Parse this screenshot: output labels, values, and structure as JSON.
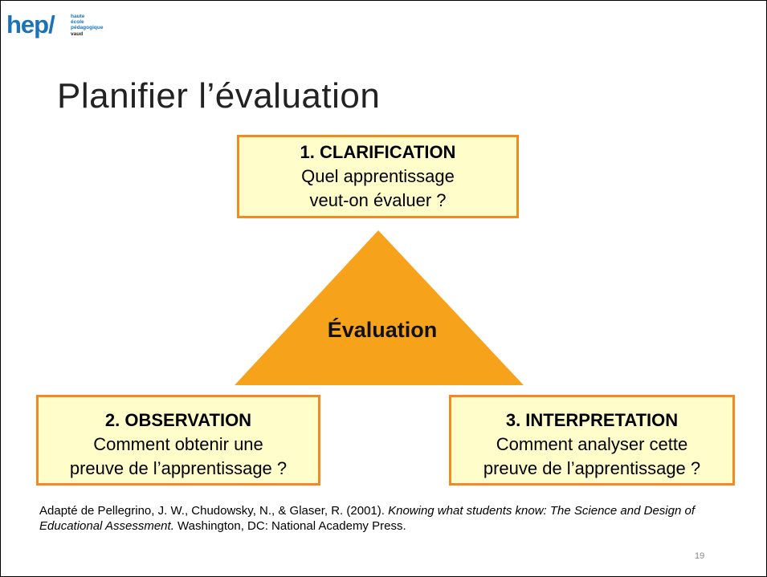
{
  "logo": {
    "main": "hep/",
    "sub": [
      "haute",
      "école",
      "pédagogique",
      "vaud"
    ]
  },
  "title": "Planifier l’évaluation",
  "center_label": "Évaluation",
  "boxes": {
    "clarification": {
      "heading": "1. CLARIFICATION",
      "line1": "Quel apprentissage",
      "line2": "veut-on évaluer ?"
    },
    "observation": {
      "heading": "2. OBSERVATION",
      "line1": "Comment obtenir une",
      "line2": "preuve de l’apprentissage ?"
    },
    "interpretation": {
      "heading": "3. INTERPRETATION",
      "line1": "Comment analyser cette",
      "line2": "preuve de l’apprentissage ?"
    }
  },
  "citation": {
    "prefix": "Adapté de Pellegrino, J. W., Chudowsky, N., & Glaser, R. (2001). ",
    "book_title": "Knowing what students know: The Science and Design of Educational Assessment.",
    "suffix": " Washington, DC: National Academy Press."
  },
  "page_number": "19",
  "colors": {
    "box_fill": "#fffecb",
    "box_border": "#f18a22",
    "triangle_fill": "#f7a21b",
    "logo_blue": "#1a73b8"
  }
}
